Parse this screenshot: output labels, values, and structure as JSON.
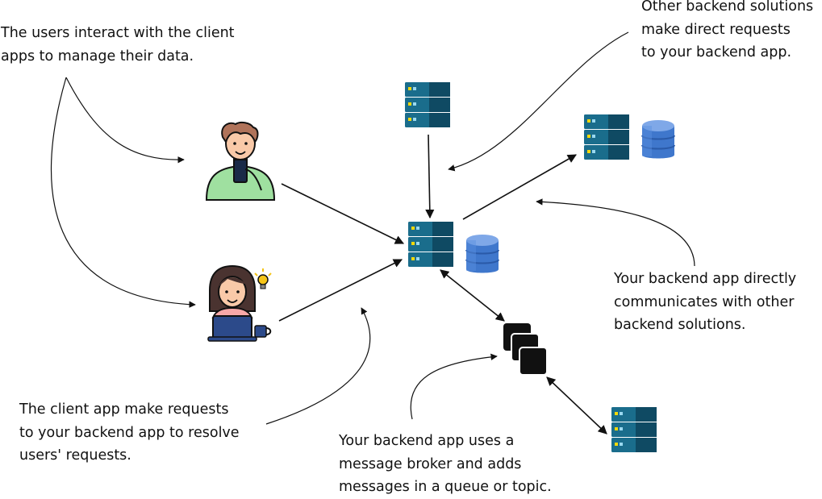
{
  "notes": {
    "users_interact": [
      "The users interact with the client",
      "apps to manage their data."
    ],
    "other_backend": [
      "Other backend solutions",
      "make direct requests",
      "to your backend app."
    ],
    "backend_communicates": [
      "Your backend app directly",
      "communicates with other",
      "backend solutions."
    ],
    "client_requests": [
      "The client app make requests",
      "to your backend app to resolve",
      "users' requests."
    ],
    "message_broker": [
      "Your backend app uses a",
      "message broker and adds",
      "messages in a queue or topic."
    ]
  },
  "colors": {
    "server_dark": "#0f4a63",
    "server_mid": "#1a6d8c",
    "server_light": "#2c87a8",
    "server_led": "#f5d90a",
    "db_blue": "#4a84d8",
    "db_top": "#7fa8e8",
    "arrow": "#111111"
  },
  "icons": [
    "server-icon",
    "database-icon",
    "man-with-phone-icon",
    "woman-with-laptop-icon",
    "lightbulb-icon",
    "coffee-cup-icon",
    "message-broker-icon"
  ]
}
